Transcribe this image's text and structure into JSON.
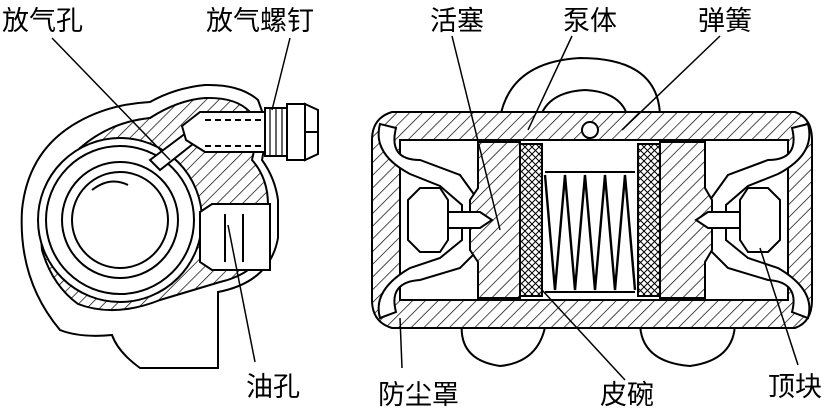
{
  "diagram": {
    "labels": {
      "bleed_hole": "放气孔",
      "bleed_screw": "放气螺钉",
      "oil_hole": "油孔",
      "piston": "活塞",
      "pump_body": "泵体",
      "spring": "弹簧",
      "dust_cover": "防尘罩",
      "cup": "皮碗",
      "push_block": "顶块"
    }
  }
}
